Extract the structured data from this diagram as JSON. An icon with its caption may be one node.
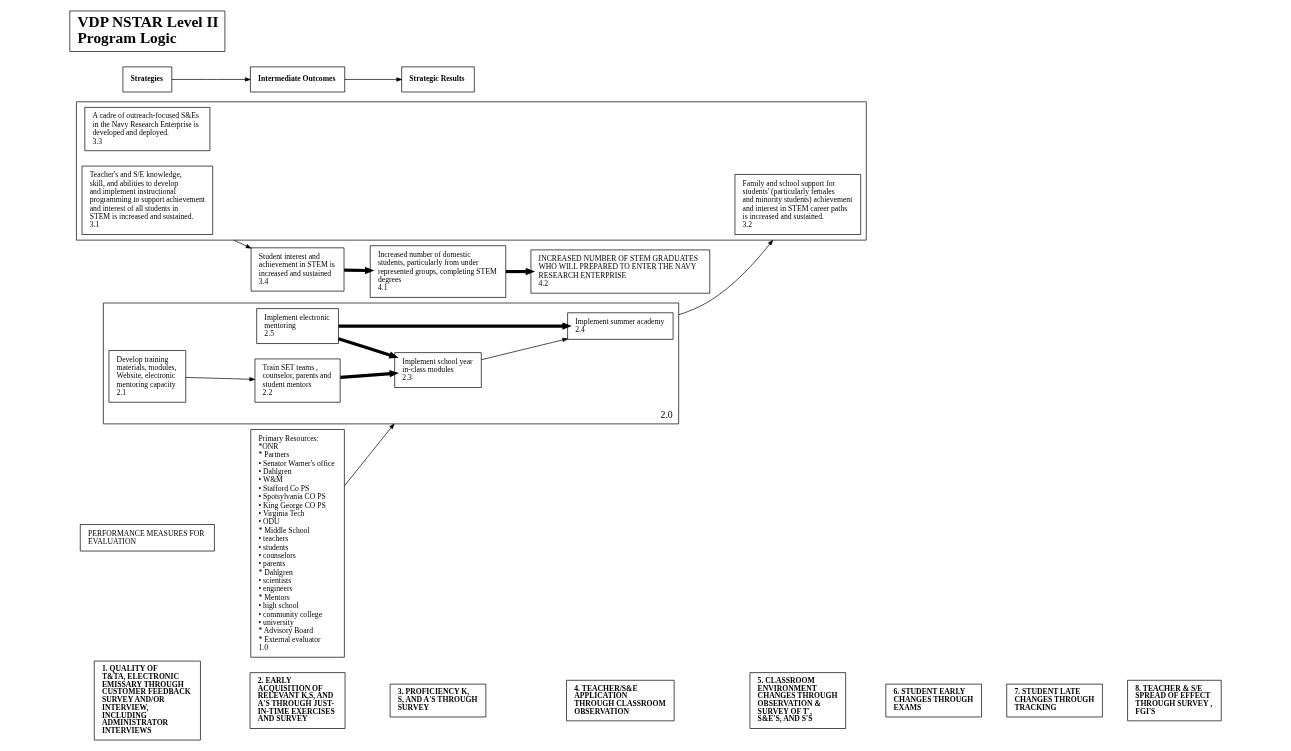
{
  "diagram": {
    "nodes": [
      {
        "text": [
          "VDP NSTAR Level II Program Logic"
        ]
      },
      {
        "text": [
          "Strategies"
        ]
      },
      {
        "text": [
          "Intermediate Outcomes"
        ]
      },
      {
        "text": [
          "Strategic Results"
        ]
      },
      {
        "text": [
          "Primary Resources:",
          "*ONR",
          "* Partners",
          "• Senator Warner's office",
          "• Dahlgren",
          "• W&M",
          "• Stafford Co PS",
          "• Spotsylvania CO PS",
          "• King George CO PS",
          "• Virginia Tech",
          "• ODU",
          "* Middle School",
          "• teachers",
          "• students",
          "• counselors",
          "• parents",
          "* Dahlgren",
          "• scientists",
          "• engineers",
          "* Mentors",
          "• high school",
          "• community college",
          "• university",
          "* Advisory Board",
          "* External evaluator",
          "1.0"
        ]
      },
      {
        "text": [
          "2.0"
        ]
      },
      {
        "text": [
          "Develop training materials, modules, Website, electronic mentoring capacity",
          "2.1"
        ],
        "in": 5
      },
      {
        "text": [
          "Train SET teams , counselor, parents and student mentors",
          "2.2"
        ],
        "in": 5
      },
      {
        "text": [
          "Implement school year in-class modules",
          "2.3"
        ],
        "in": 5
      },
      {
        "text": [
          "Implement summer academy",
          "2.4"
        ],
        "in": 5
      },
      {
        "text": [
          "Implement electronic mentoring",
          "2.5"
        ],
        "in": 5
      },
      {
        "text": [],
        "shape": "box"
      },
      {
        "text": [
          "Teacher's and S/E knowledge, skill, and abilities to develop and implement instructional programming to support achievement and interest of all students in STEM is increased and sustained.",
          "3.1"
        ],
        "in": 11
      },
      {
        "text": [
          "Family and school support for students' (particularly females and minority students) achievement and interest in STEM career paths is increased and sustained.",
          "3.2"
        ],
        "in": 11
      },
      {
        "text": [
          "A cadre of outreach-focused S&Es in the Navy Research Enterprise is developed and deployed.",
          "3.3"
        ],
        "in": 11
      },
      {
        "text": [
          "Student interest and achievement in STEM is increased and sustained",
          "3.4"
        ]
      },
      {
        "text": [
          "Increased number of domestic students, particularly from under represented groups, completing STEM degrees",
          "4.1"
        ]
      },
      {
        "text": [
          "INCREASED NUMBER OF STEM GRADUATES WHO WILL PREPARED TO ENTER THE NAVY RESEARCH ENTERPRISE",
          "4.2"
        ]
      },
      {
        "text": [
          "PERFORMANCE MEASURES FOR EVALUATION"
        ]
      },
      {
        "text": [
          "1. QUALITY OF T&TA, ELECTRONIC EMISSARY THROUGH CUSTOMER FEEDBACK SURVEY AND/OR INTERVIEW, INCLUDING ADMINISTRATOR INTERVIEWS"
        ]
      },
      {
        "text": [
          "2. EARLY ACQUISITION OF RELEVANT K,S, AND A'S THROUGH JUST-IN-TIME EXERCISES AND SURVEY"
        ]
      },
      {
        "text": [
          "3. PROFICIENCY K, S, AND A'S THROUGH SURVEY"
        ]
      },
      {
        "text": [
          "4. TEACHER/S&E APPLICATION THROUGH CLASSROOM OBSERVATION"
        ]
      },
      {
        "text": [
          "5. CLASSROOM ENVIRONMENT CHANGES THROUGH OBSERVATION & SURVEY OF T', S&E'S, AND S'S"
        ]
      },
      {
        "text": [
          "6. STUDENT EARLY CHANGES THROUGH EXAMS"
        ]
      },
      {
        "text": [
          "7. STUDENT LATE CHANGES THROUGH TRACKING"
        ]
      },
      {
        "text": [
          "8. TEACHER & S/E SPREAD OF EFFECT THROUGH SURVEY , FGI'S"
        ]
      }
    ],
    "edges": [
      {
        "from": 1,
        "to": 2,
        "arrow": "to"
      },
      {
        "from": 2,
        "to": 3,
        "arrow": "to"
      },
      {
        "from": 4,
        "to": 5,
        "arrow": "to"
      },
      {
        "from": 6,
        "to": 7,
        "arrow": "to"
      },
      {
        "from": 7,
        "to": 8,
        "arrow": "to",
        "style": "thick"
      },
      {
        "from": 8,
        "to": 9,
        "arrow": "to"
      },
      {
        "from": 10,
        "to": 8,
        "arrow": "to",
        "style": "thick"
      },
      {
        "from": 10,
        "to": 9,
        "arrow": "to",
        "style": "thick"
      },
      {
        "from": 5,
        "to": 11,
        "arrow": "to"
      },
      {
        "from": 11,
        "to": 15,
        "arrow": "to"
      },
      {
        "from": 15,
        "to": 16,
        "arrow": "to",
        "style": "thick"
      },
      {
        "from": 16,
        "to": 17,
        "arrow": "to",
        "style": "thick"
      }
    ]
  }
}
